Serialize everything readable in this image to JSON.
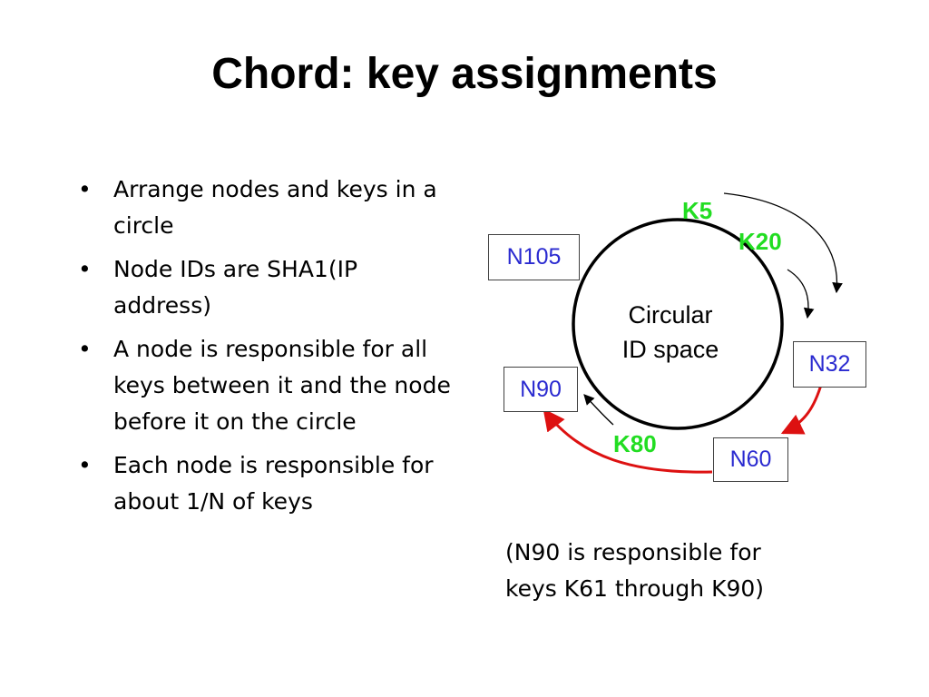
{
  "title": "Chord: key assignments",
  "bullets": [
    {
      "marker": "•",
      "text": "Arrange nodes and keys in a circle"
    },
    {
      "marker": "•",
      "text": "Node IDs are SHA1(IP address)"
    },
    {
      "marker": "•",
      "text": "A node is responsible for all keys between it and the node before it on the circle"
    },
    {
      "marker": "•",
      "text": "Each node is responsible for about 1/N of keys"
    }
  ],
  "diagram": {
    "circle_label_line1": "Circular",
    "circle_label_line2": "ID space",
    "nodes": {
      "n105": "N105",
      "n32": "N32",
      "n60": "N60",
      "n90": "N90"
    },
    "keys": {
      "k5": "K5",
      "k20": "K20",
      "k80": "K80"
    },
    "colors": {
      "node_text": "#2a2ad0",
      "key_text": "#22dd22",
      "red_arrow": "#dd1111",
      "black_arrow": "#000000"
    }
  },
  "caption_line1": "(N90 is responsible for",
  "caption_line2": "keys K61 through K90)"
}
